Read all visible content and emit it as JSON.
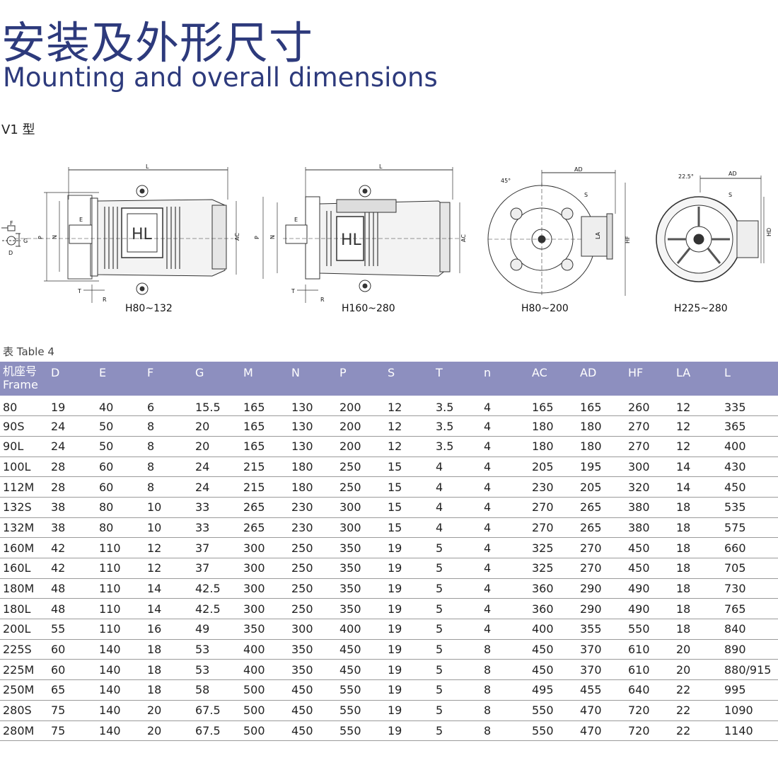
{
  "header": {
    "title_cn": "安装及外形尺寸",
    "title_en": "Mounting and overall dimensions"
  },
  "type_label": "V1 型",
  "diagrams": {
    "left_labels": {
      "f": "F",
      "d": "D",
      "g": "G"
    },
    "d1": {
      "caption": "H80~132",
      "l": "L",
      "e": "E",
      "p": "P",
      "n": "N",
      "ac": "AC",
      "t": "T",
      "r": "R",
      "plate": "HL"
    },
    "d2": {
      "caption": "H160~280",
      "l": "L",
      "e": "E",
      "p": "P",
      "n": "N",
      "ac": "AC",
      "t": "T",
      "r": "R",
      "plate": "HL"
    },
    "d3": {
      "caption": "H80~200",
      "ad": "AD",
      "angle": "45°",
      "s": "S",
      "la": "LA",
      "hf": "HF"
    },
    "d4": {
      "caption": "H225~280",
      "ad": "AD",
      "angle": "22.5°",
      "s": "S",
      "hd": "HD"
    }
  },
  "table": {
    "label": "表 Table 4",
    "frame_header_cn": "机座号",
    "frame_header_en": "Frame",
    "columns": [
      "D",
      "E",
      "F",
      "G",
      "M",
      "N",
      "P",
      "S",
      "T",
      "n",
      "AC",
      "AD",
      "HF",
      "LA",
      "L"
    ],
    "rows": [
      [
        "80",
        "19",
        "40",
        "6",
        "15.5",
        "165",
        "130",
        "200",
        "12",
        "3.5",
        "4",
        "165",
        "165",
        "260",
        "12",
        "335"
      ],
      [
        "90S",
        "24",
        "50",
        "8",
        "20",
        "165",
        "130",
        "200",
        "12",
        "3.5",
        "4",
        "180",
        "180",
        "270",
        "12",
        "365"
      ],
      [
        "90L",
        "24",
        "50",
        "8",
        "20",
        "165",
        "130",
        "200",
        "12",
        "3.5",
        "4",
        "180",
        "180",
        "270",
        "12",
        "400"
      ],
      [
        "100L",
        "28",
        "60",
        "8",
        "24",
        "215",
        "180",
        "250",
        "15",
        "4",
        "4",
        "205",
        "195",
        "300",
        "14",
        "430"
      ],
      [
        "112M",
        "28",
        "60",
        "8",
        "24",
        "215",
        "180",
        "250",
        "15",
        "4",
        "4",
        "230",
        "205",
        "320",
        "14",
        "450"
      ],
      [
        "132S",
        "38",
        "80",
        "10",
        "33",
        "265",
        "230",
        "300",
        "15",
        "4",
        "4",
        "270",
        "265",
        "380",
        "18",
        "535"
      ],
      [
        "132M",
        "38",
        "80",
        "10",
        "33",
        "265",
        "230",
        "300",
        "15",
        "4",
        "4",
        "270",
        "265",
        "380",
        "18",
        "575"
      ],
      [
        "160M",
        "42",
        "110",
        "12",
        "37",
        "300",
        "250",
        "350",
        "19",
        "5",
        "4",
        "325",
        "270",
        "450",
        "18",
        "660"
      ],
      [
        "160L",
        "42",
        "110",
        "12",
        "37",
        "300",
        "250",
        "350",
        "19",
        "5",
        "4",
        "325",
        "270",
        "450",
        "18",
        "705"
      ],
      [
        "180M",
        "48",
        "110",
        "14",
        "42.5",
        "300",
        "250",
        "350",
        "19",
        "5",
        "4",
        "360",
        "290",
        "490",
        "18",
        "730"
      ],
      [
        "180L",
        "48",
        "110",
        "14",
        "42.5",
        "300",
        "250",
        "350",
        "19",
        "5",
        "4",
        "360",
        "290",
        "490",
        "18",
        "765"
      ],
      [
        "200L",
        "55",
        "110",
        "16",
        "49",
        "350",
        "300",
        "400",
        "19",
        "5",
        "4",
        "400",
        "355",
        "550",
        "18",
        "840"
      ],
      [
        "225S",
        "60",
        "140",
        "18",
        "53",
        "400",
        "350",
        "450",
        "19",
        "5",
        "8",
        "450",
        "370",
        "610",
        "20",
        "890"
      ],
      [
        "225M",
        "60",
        "140",
        "18",
        "53",
        "400",
        "350",
        "450",
        "19",
        "5",
        "8",
        "450",
        "370",
        "610",
        "20",
        "880/915"
      ],
      [
        "250M",
        "65",
        "140",
        "18",
        "58",
        "500",
        "450",
        "550",
        "19",
        "5",
        "8",
        "495",
        "455",
        "640",
        "22",
        "995"
      ],
      [
        "280S",
        "75",
        "140",
        "20",
        "67.5",
        "500",
        "450",
        "550",
        "19",
        "5",
        "8",
        "550",
        "470",
        "720",
        "22",
        "1090"
      ],
      [
        "280M",
        "75",
        "140",
        "20",
        "67.5",
        "500",
        "450",
        "550",
        "19",
        "5",
        "8",
        "550",
        "470",
        "720",
        "22",
        "1140"
      ]
    ]
  }
}
